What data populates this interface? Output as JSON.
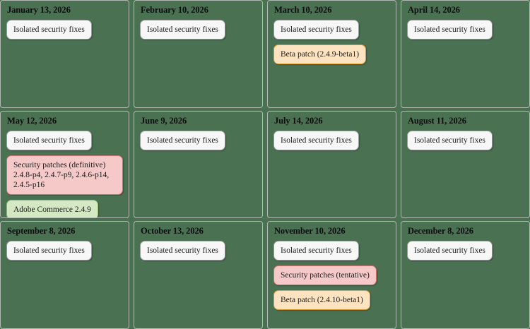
{
  "calendar": {
    "background_color": "#4b7153",
    "cell_border_color": "#b3b8b3",
    "badge_styles": {
      "default": {
        "fill": "#f7f7f7",
        "border": "#9b9b9b"
      },
      "beta": {
        "fill": "#fde3c0",
        "border": "#dd9b2a"
      },
      "security": {
        "fill": "#f6c9c9",
        "border": "#d07070"
      },
      "release": {
        "fill": "#d5e8c4",
        "border": "#8fb972"
      }
    },
    "months": [
      {
        "date": "January 13, 2026",
        "badges": [
          {
            "type": "default",
            "text": "Isolated security fixes"
          }
        ]
      },
      {
        "date": "February 10, 2026",
        "badges": [
          {
            "type": "default",
            "text": "Isolated security fixes"
          }
        ]
      },
      {
        "date": "March 10, 2026",
        "badges": [
          {
            "type": "default",
            "text": "Isolated security fixes"
          },
          {
            "type": "beta",
            "text": "Beta patch (2.4.9-beta1)"
          }
        ]
      },
      {
        "date": "April 14, 2026",
        "badges": [
          {
            "type": "default",
            "text": "Isolated security fixes"
          }
        ]
      },
      {
        "date": "May 12, 2026",
        "badges": [
          {
            "type": "default",
            "text": "Isolated security fixes"
          },
          {
            "type": "security",
            "line1": "Security patches (definitive)",
            "line2": "2.4.8-p4, 2.4.7-p9, 2.4.6-p14, 2.4.5-p16"
          },
          {
            "type": "release",
            "text": "Adobe Commerce 2.4.9"
          }
        ]
      },
      {
        "date": "June 9, 2026",
        "badges": [
          {
            "type": "default",
            "text": "Isolated security fixes"
          }
        ]
      },
      {
        "date": "July 14, 2026",
        "badges": [
          {
            "type": "default",
            "text": "Isolated security fixes"
          }
        ]
      },
      {
        "date": "August 11, 2026",
        "badges": [
          {
            "type": "default",
            "text": "Isolated security fixes"
          }
        ]
      },
      {
        "date": "September 8, 2026",
        "badges": [
          {
            "type": "default",
            "text": "Isolated security fixes"
          }
        ]
      },
      {
        "date": "October 13, 2026",
        "badges": [
          {
            "type": "default",
            "text": "Isolated security fixes"
          }
        ]
      },
      {
        "date": "November 10, 2026",
        "badges": [
          {
            "type": "default",
            "text": "Isolated security fixes"
          },
          {
            "type": "security",
            "text": "Security patches (tentative)"
          },
          {
            "type": "beta",
            "text": "Beta patch (2.4.10-beta1)"
          }
        ]
      },
      {
        "date": "December 8, 2026",
        "badges": [
          {
            "type": "default",
            "text": "Isolated security fixes"
          }
        ]
      }
    ]
  }
}
